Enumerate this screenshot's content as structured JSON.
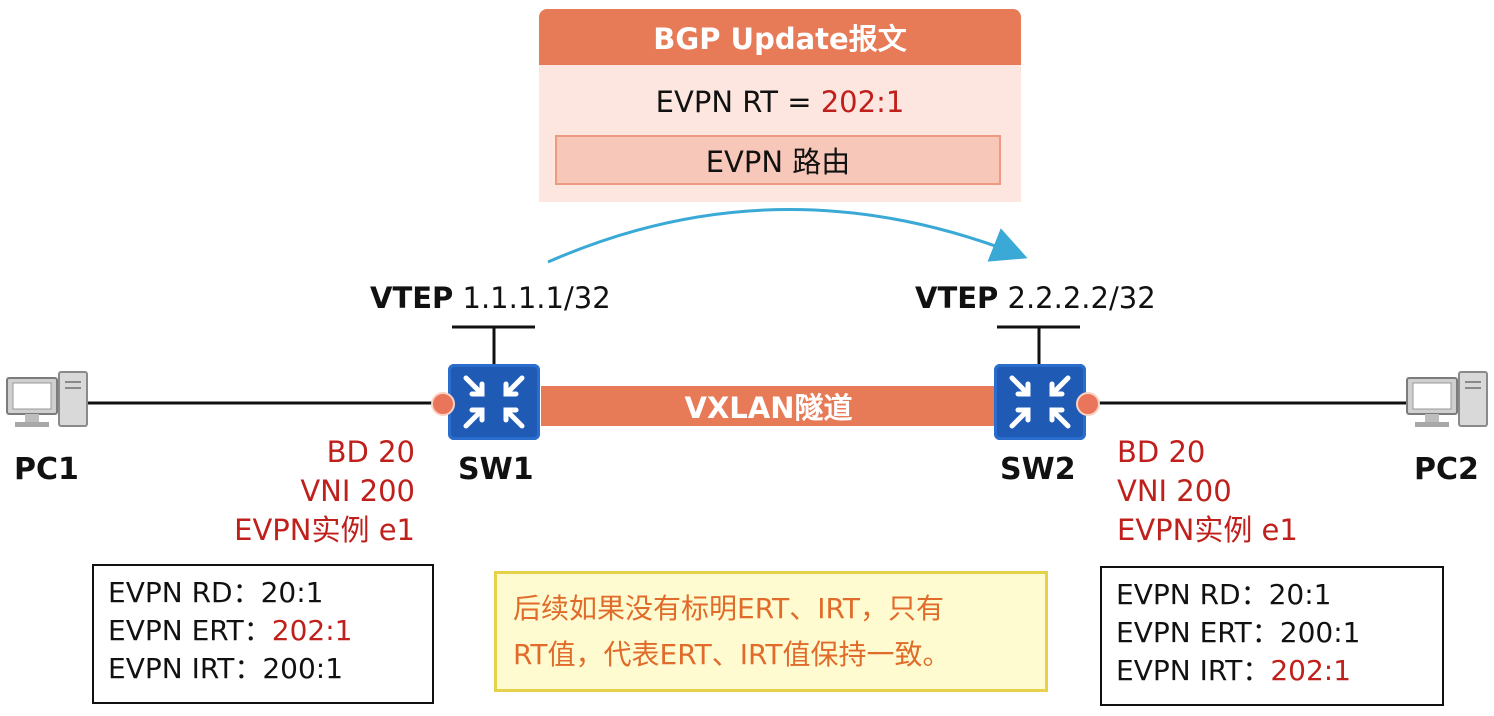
{
  "bgp": {
    "title": "BGP Update报文",
    "rt_label": "EVPN RT = ",
    "rt_value": "202:1",
    "route": "EVPN 路由"
  },
  "tunnel": {
    "label": "VXLAN隧道"
  },
  "sw1": {
    "vtep_label": "VTEP",
    "vtep_ip": "1.1.1.1/32",
    "name": "SW1",
    "bd": "BD 20",
    "vni": "VNI 200",
    "evpn_instance": "EVPN实例 e1",
    "rd_label": "EVPN RD：",
    "rd_value": "20:1",
    "ert_label": "EVPN ERT：",
    "ert_value": "202:1",
    "irt_label": "EVPN IRT：",
    "irt_value": "200:1"
  },
  "sw2": {
    "vtep_label": "VTEP",
    "vtep_ip": "2.2.2.2/32",
    "name": "SW2",
    "bd": "BD 20",
    "vni": "VNI 200",
    "evpn_instance": "EVPN实例 e1",
    "rd_label": "EVPN RD：",
    "rd_value": "20:1",
    "ert_label": "EVPN ERT：",
    "ert_value": "200:1",
    "irt_label": "EVPN IRT：",
    "irt_value": "202:1"
  },
  "pc1": {
    "name": "PC1"
  },
  "pc2": {
    "name": "PC2"
  },
  "note": {
    "line1": "后续如果没有标明ERT、IRT，只有",
    "line2": "RT值，代表ERT、IRT值保持一致。"
  },
  "colors": {
    "accent_orange": "#e87b57",
    "highlight_red": "#c0201c",
    "switch_blue": "#1f5bb5",
    "arrow_blue": "#3aa9d6",
    "note_text": "#e06b2a"
  }
}
